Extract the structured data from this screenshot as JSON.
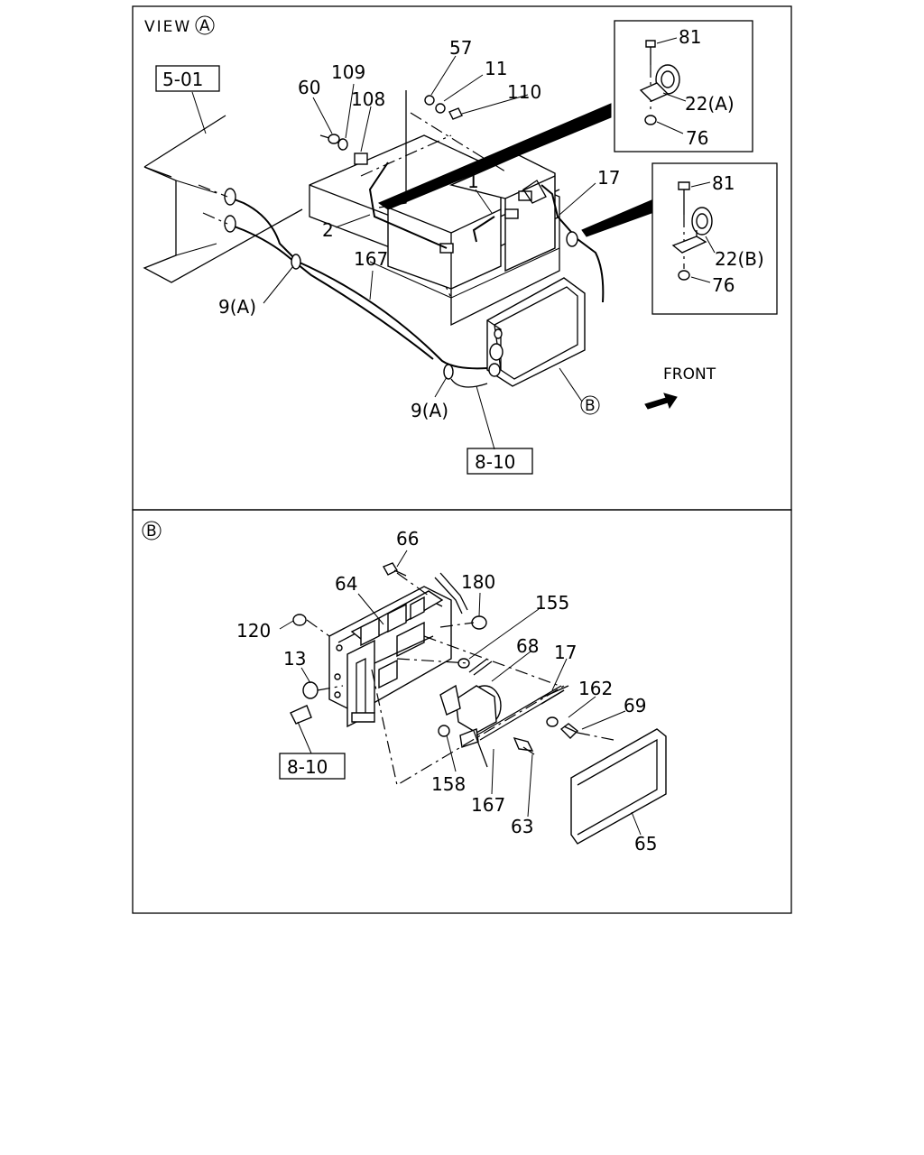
{
  "view_a": {
    "title": "VIEW",
    "title_circle": "A",
    "ref_5_01": "5-01",
    "ref_8_10": "8-10",
    "circle_b": "B",
    "front": "FRONT",
    "labels": {
      "p57": "57",
      "p11": "11",
      "p110": "110",
      "p109": "109",
      "p108": "108",
      "p60": "60",
      "p1": "1",
      "p2": "2",
      "p167": "167",
      "p17": "17",
      "p9a_left": "9(A)",
      "p9a_bottom": "9(A)"
    },
    "inset_a": {
      "p81": "81",
      "p22": "22(A)",
      "p76": "76"
    },
    "inset_b": {
      "p81": "81",
      "p22": "22(B)",
      "p76": "76"
    }
  },
  "view_b": {
    "circle": "B",
    "ref_8_10": "8-10",
    "labels": {
      "p66": "66",
      "p64": "64",
      "p180": "180",
      "p155": "155",
      "p120": "120",
      "p13": "13",
      "p68": "68",
      "p17": "17",
      "p162": "162",
      "p69": "69",
      "p158": "158",
      "p167": "167",
      "p63": "63",
      "p65": "65"
    }
  }
}
